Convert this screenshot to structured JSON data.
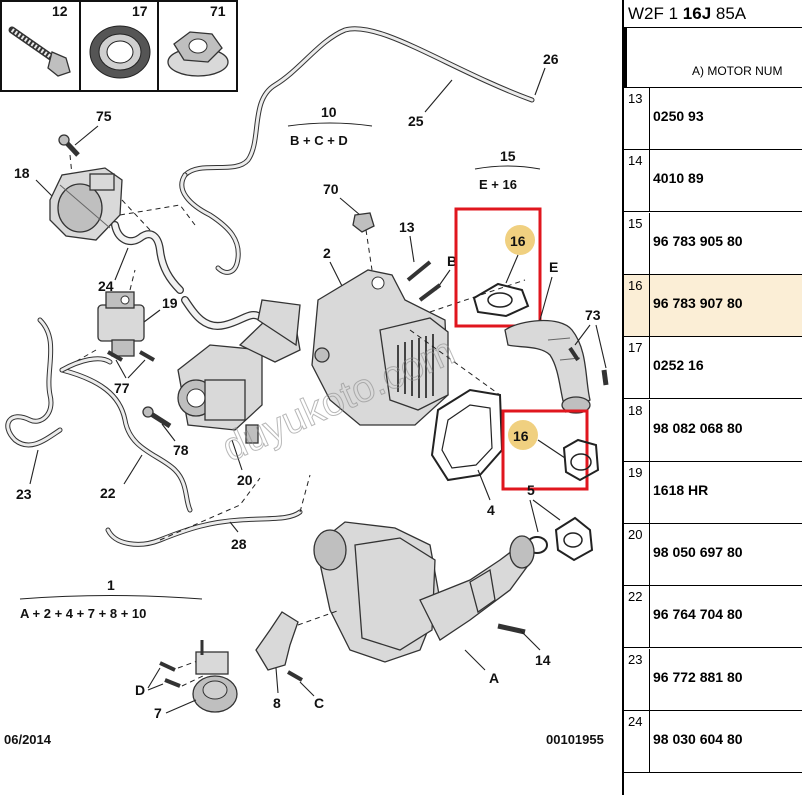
{
  "watermark": "duyukoto.com",
  "diagram": {
    "box_labels": [
      "12",
      "17",
      "71"
    ],
    "callouts": {
      "n75": "75",
      "n18": "18",
      "n24": "24",
      "n19": "19",
      "n77": "77",
      "n78": "78",
      "n23": "23",
      "n22": "22",
      "n28": "28",
      "n20": "20",
      "n70": "70",
      "n2": "2",
      "n13": "13",
      "nB": "B",
      "nE": "E",
      "n73": "73",
      "n4": "4",
      "n5": "5",
      "n14": "14",
      "nA": "A",
      "n8": "8",
      "nC": "C",
      "nD": "D",
      "n7": "7",
      "n25": "25",
      "n26": "26",
      "n16a": "16",
      "n16b": "16"
    },
    "groups": {
      "g10_num": "10",
      "g10_formula": "B + C + D",
      "g15_num": "15",
      "g15_formula": "E + 16",
      "g1_num": "1",
      "g1_formula": "A + 2 + 4 + 7 + 8 + 10"
    },
    "footer_left": "06/2014",
    "footer_right": "00101955",
    "highlight_color": "#e0161e",
    "badge_color": "#f0d080"
  },
  "table": {
    "title_prefix": "W2F 1 ",
    "title_bold": "16J",
    "title_suffix": " 85A",
    "subheader": "A) MOTOR NUM",
    "rows": [
      {
        "num": "13",
        "value": "0250 93"
      },
      {
        "num": "14",
        "value": "4010 89"
      },
      {
        "num": "15",
        "value": "96 783 905 80"
      },
      {
        "num": "16",
        "value": "96 783 907 80"
      },
      {
        "num": "17",
        "value": "0252 16"
      },
      {
        "num": "18",
        "value": "98 082 068 80"
      },
      {
        "num": "19",
        "value": "1618 HR"
      },
      {
        "num": "20",
        "value": "98 050 697 80"
      },
      {
        "num": "22",
        "value": "96 764 704 80"
      },
      {
        "num": "23",
        "value": "96 772 881 80"
      },
      {
        "num": "24",
        "value": "98 030 604 80"
      }
    ],
    "highlight_row": "16"
  }
}
